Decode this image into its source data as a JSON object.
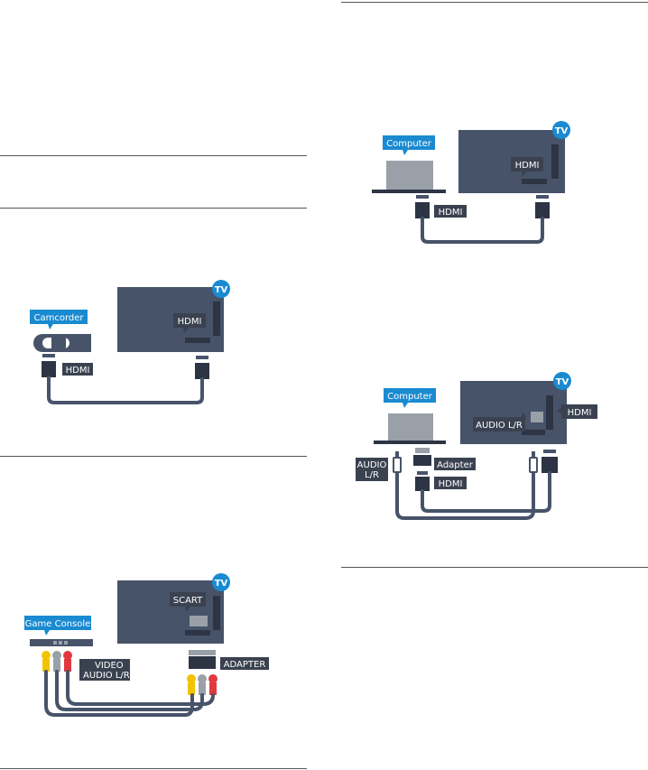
{
  "common": {
    "tv_badge": "TV",
    "hdmi": "HDMI"
  },
  "camcorder": {
    "device": "Camcorder"
  },
  "game_console": {
    "device": "Game Console",
    "scart": "SCART",
    "video": "VIDEO",
    "audio": "AUDIO  L/R",
    "adapter": "ADAPTER"
  },
  "computer_hdmi": {
    "device": "Computer"
  },
  "computer_adapter": {
    "device": "Computer",
    "audio_lr_tv": "AUDIO L/R",
    "audio_line1": "AUDIO",
    "audio_line2": "L/R",
    "adapter": "Adapter"
  },
  "colors": {
    "tv_body": "#475369",
    "label_blue": "#1a8ad1",
    "label_dark": "#3a4250",
    "rca_yellow": "#f2c300",
    "rca_white": "#9aa0a8",
    "rca_red": "#e0383e"
  }
}
